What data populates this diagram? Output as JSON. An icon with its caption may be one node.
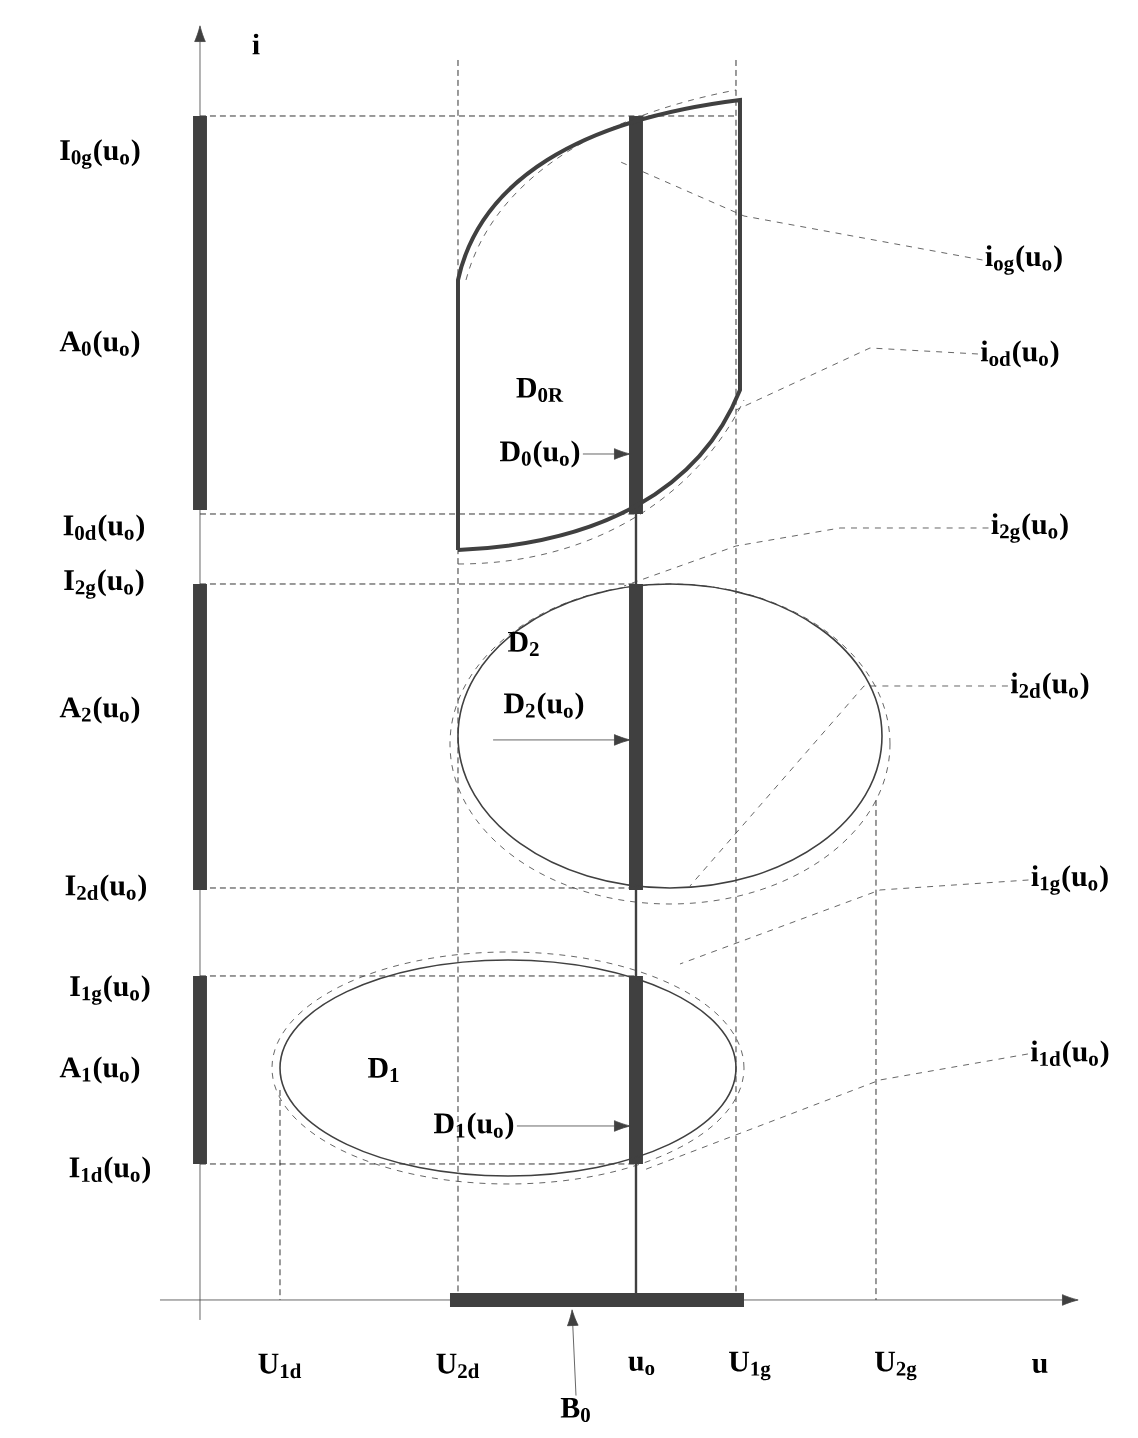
{
  "diagram": {
    "nodes": [
      {
        "text": [
          "D$_{0R}$"
        ]
      },
      {
        "text": [
          "D$_{0}$(u$_{o}$)"
        ],
        "in": 0
      },
      {
        "text": [
          "i$_{og}$(u$_{o}$)"
        ]
      },
      {
        "text": [
          "i$_{od}$(u$_{o}$)"
        ]
      },
      {
        "text": [
          "i$_{2g}$(u$_{o}$)"
        ]
      },
      {
        "text": [
          "D$_{2}$"
        ]
      },
      {
        "text": [
          "D$_{2}$(u$_{o}$)"
        ],
        "in": 5
      },
      {
        "text": [
          "i$_{2d}$(u$_{o}$)"
        ]
      },
      {
        "text": [
          "i$_{1g}$(u$_{o}$)"
        ]
      },
      {
        "text": [
          "D$_{1}$"
        ]
      },
      {
        "text": [
          "D$_{1}$(u$_{o}$)"
        ],
        "in": 9
      },
      {
        "text": [
          "i$_{1d}$(u$_{o}$)"
        ]
      },
      {
        "text": [
          "B$_{0}$"
        ]
      }
    ],
    "edges": [
      {
        "from": 1,
        "to": null,
        "arrow": "to"
      },
      {
        "from": 6,
        "to": null,
        "arrow": "to"
      },
      {
        "from": 10,
        "to": null,
        "arrow": "to"
      },
      {
        "from": 12,
        "to": null,
        "arrow": "to"
      },
      {
        "from": 2,
        "to": null,
        "arrow": "none",
        "style": "dashed"
      },
      {
        "from": 3,
        "to": 0,
        "arrow": "none",
        "style": "dashed"
      },
      {
        "from": 4,
        "to": 5,
        "arrow": "none",
        "style": "dashed"
      },
      {
        "from": 7,
        "to": 5,
        "arrow": "none",
        "style": "dashed"
      },
      {
        "from": 8,
        "to": 9,
        "arrow": "none",
        "style": "dashed"
      },
      {
        "from": 11,
        "to": 9,
        "arrow": "none",
        "style": "dashed"
      }
    ],
    "labels": [
      "i",
      "I$_{0g}$(u$_{o}$)",
      "A$_{0}$(u$_{o}$)",
      "I$_{0d}$(u$_{o}$)",
      "I$_{2g}$(u$_{o}$)",
      "A$_{2}$(u$_{o}$)",
      "I$_{2d}$(u$_{o}$)",
      "I$_{1g}$(u$_{o}$)",
      "A$_{1}$(u$_{o}$)",
      "I$_{1d}$(u$_{o}$)",
      "U$_{1d}$",
      "U$_{2d}$",
      "u$_{o}$",
      "U$_{1g}$",
      "U$_{2g}$",
      "u"
    ]
  }
}
